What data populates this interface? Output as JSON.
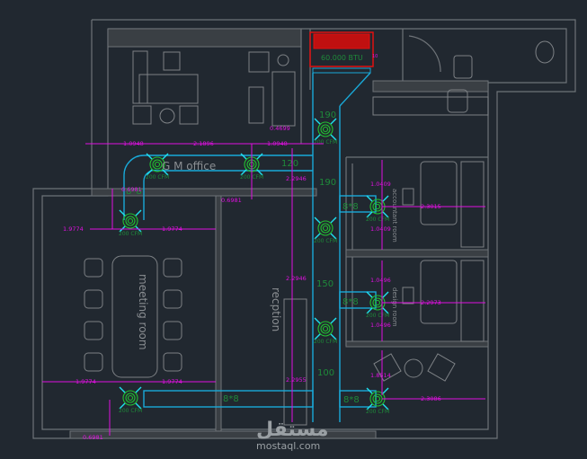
{
  "rooms": {
    "gm_office": "G M office",
    "meeting_room": "meeting room",
    "reception": "recption",
    "accountant_room": "accountant room",
    "design_room": "design room"
  },
  "ac_unit": {
    "label": "60.000 BTU",
    "tag": "10"
  },
  "duct_sizes": [
    "190",
    "120",
    "190",
    "150",
    "100",
    "8*8",
    "8*8",
    "8*8",
    "8*8",
    "8*8"
  ],
  "diffuser_label": "200 CFM",
  "dimensions": {
    "gm_left": "1.0948",
    "gm_mid": "2.1896",
    "gm_right": "1.0948",
    "gm_drop": "0.6981",
    "gm_drop2": "0.6981",
    "top_small": "0.4699",
    "main_v1": "2.2946",
    "main_v2": "2.2946",
    "main_v3": "2.2955",
    "meet_top_l": "1.9774",
    "meet_top_r": "1.9774",
    "meet_bot_l": "1.9774",
    "meet_bot_r": "1.9774",
    "meet_bot_drop": "0.6981",
    "acc_up": "1.0409",
    "acc_down": "1.0409",
    "acc_right": "2.3015",
    "des_up": "1.0496",
    "des_down": "1.0496",
    "des_right": "2.2973",
    "lounge_up": "1.8514",
    "lounge_right": "2.3086"
  },
  "watermark": {
    "arabic": "مستقل",
    "latin": "mostaql.com"
  },
  "colors": {
    "background": "#212830",
    "duct": "#19a9d8",
    "dimension": "#e010e0",
    "diffuser": "#22c030",
    "ac_unit": "#e01010"
  }
}
